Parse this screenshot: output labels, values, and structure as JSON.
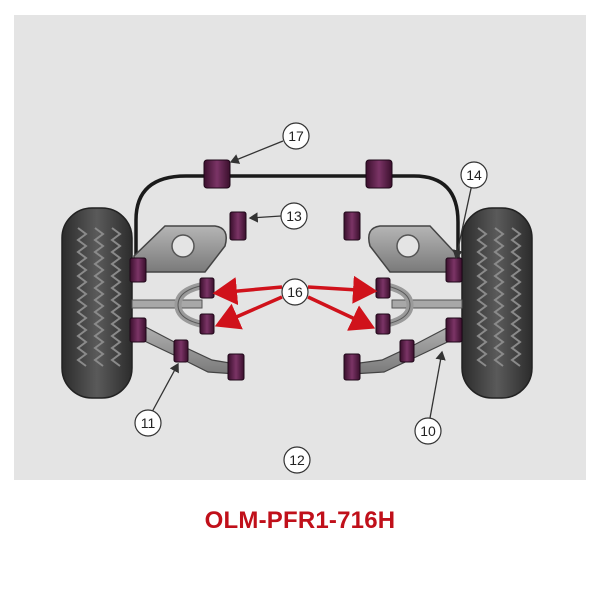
{
  "diagram": {
    "callouts": {
      "c17": "17",
      "c14": "14",
      "c13": "13",
      "c16": "16",
      "c11": "11",
      "c10": "10",
      "c12": "12"
    }
  },
  "part_number": "OLM-PFR1-716H",
  "colors": {
    "part_number_text": "#c0101a",
    "arrow_red": "#d0121b",
    "bushing_purple": "#5a2248",
    "background_panel": "#e3e3e3",
    "tyre": "#3c3c3c"
  }
}
